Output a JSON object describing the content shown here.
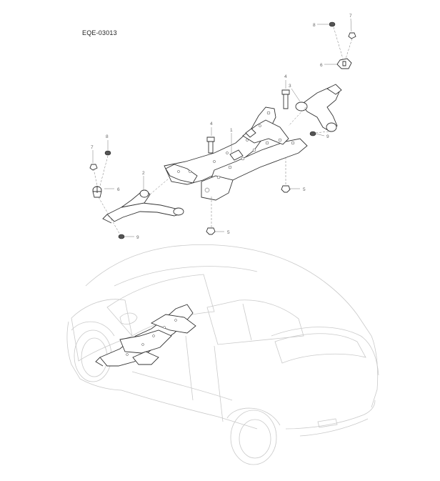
{
  "diagram_code": "EQE-03013",
  "callouts": [
    {
      "id": "c1",
      "text": "1"
    },
    {
      "id": "c2",
      "text": "2"
    },
    {
      "id": "c3",
      "text": "3"
    },
    {
      "id": "c4a",
      "text": "4"
    },
    {
      "id": "c4b",
      "text": "4"
    },
    {
      "id": "c5a",
      "text": "5"
    },
    {
      "id": "c5b",
      "text": "5"
    },
    {
      "id": "c6a",
      "text": "6"
    },
    {
      "id": "c6b",
      "text": "6"
    },
    {
      "id": "c7a",
      "text": "7"
    },
    {
      "id": "c7b",
      "text": "7"
    },
    {
      "id": "c8a",
      "text": "8"
    },
    {
      "id": "c8b",
      "text": "8"
    },
    {
      "id": "c9a",
      "text": "9"
    },
    {
      "id": "c9b",
      "text": "9"
    }
  ]
}
